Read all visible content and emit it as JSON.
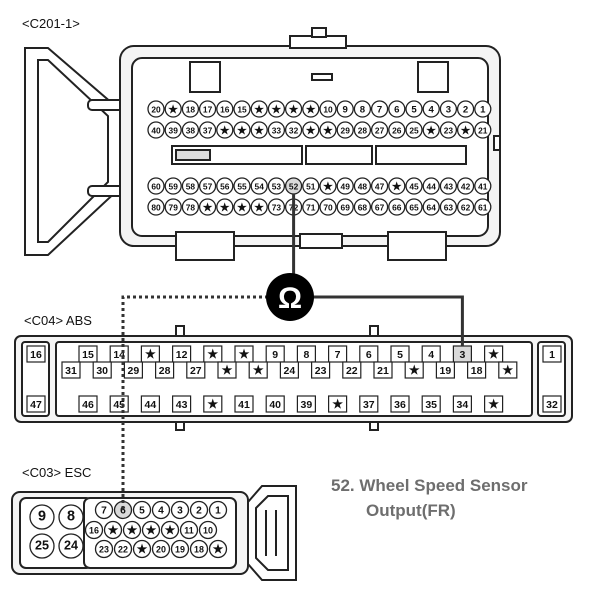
{
  "labels": {
    "c201": "<C201-1>",
    "c04": "<C04> ABS",
    "c03": "<C03> ESC"
  },
  "caption": {
    "line1": "52. Wheel Speed Sensor",
    "line2": "Output(FR)"
  },
  "meter_symbol": "Ω",
  "star_symbol": "★",
  "colors": {
    "wire": "#333333",
    "meter_fill": "#000000",
    "connector_fill": "#f4f4f4",
    "caption": "#6e6e6e"
  },
  "c201": {
    "row1": [
      "20",
      "★",
      "18",
      "17",
      "16",
      "15",
      "★",
      "★",
      "★",
      "★",
      "10",
      "9",
      "8",
      "7",
      "6",
      "5",
      "4",
      "3",
      "2",
      "1"
    ],
    "row2": [
      "40",
      "39",
      "38",
      "37",
      "★",
      "★",
      "★",
      "33",
      "32",
      "★",
      "★",
      "29",
      "28",
      "27",
      "26",
      "25",
      "★",
      "23",
      "★",
      "21"
    ],
    "row3": [
      "60",
      "59",
      "58",
      "57",
      "56",
      "55",
      "54",
      "53",
      "52",
      "51",
      "★",
      "49",
      "48",
      "47",
      "★",
      "45",
      "44",
      "43",
      "42",
      "41"
    ],
    "row4": [
      "80",
      "79",
      "78",
      "★",
      "★",
      "★",
      "★",
      "73",
      "72",
      "71",
      "70",
      "69",
      "68",
      "67",
      "66",
      "65",
      "64",
      "63",
      "62",
      "61"
    ],
    "highlight_pin": "52"
  },
  "c04": {
    "left_top": "16",
    "left_bottom": "47",
    "right_top": "1",
    "right_bottom": "32",
    "row1": [
      "15",
      "14",
      "★",
      "12",
      "★",
      "★",
      "9",
      "8",
      "7",
      "6",
      "5",
      "4",
      "3",
      "★"
    ],
    "row2": [
      "31",
      "30",
      "29",
      "28",
      "27",
      "★",
      "★",
      "24",
      "23",
      "22",
      "21",
      "★",
      "19",
      "18",
      "★"
    ],
    "row3": [
      "46",
      "45",
      "44",
      "43",
      "★",
      "41",
      "40",
      "39",
      "★",
      "37",
      "36",
      "35",
      "34",
      "★"
    ],
    "highlight_pin": "3"
  },
  "c03": {
    "big_pins": [
      "9",
      "8",
      "25",
      "24"
    ],
    "row1": [
      "7",
      "6",
      "5",
      "4",
      "3",
      "2",
      "1"
    ],
    "row2": [
      "16",
      "★",
      "★",
      "★",
      "★",
      "11",
      "10"
    ],
    "row3": [
      "23",
      "22",
      "★",
      "20",
      "19",
      "18",
      "★"
    ],
    "highlight_pin": "6"
  }
}
